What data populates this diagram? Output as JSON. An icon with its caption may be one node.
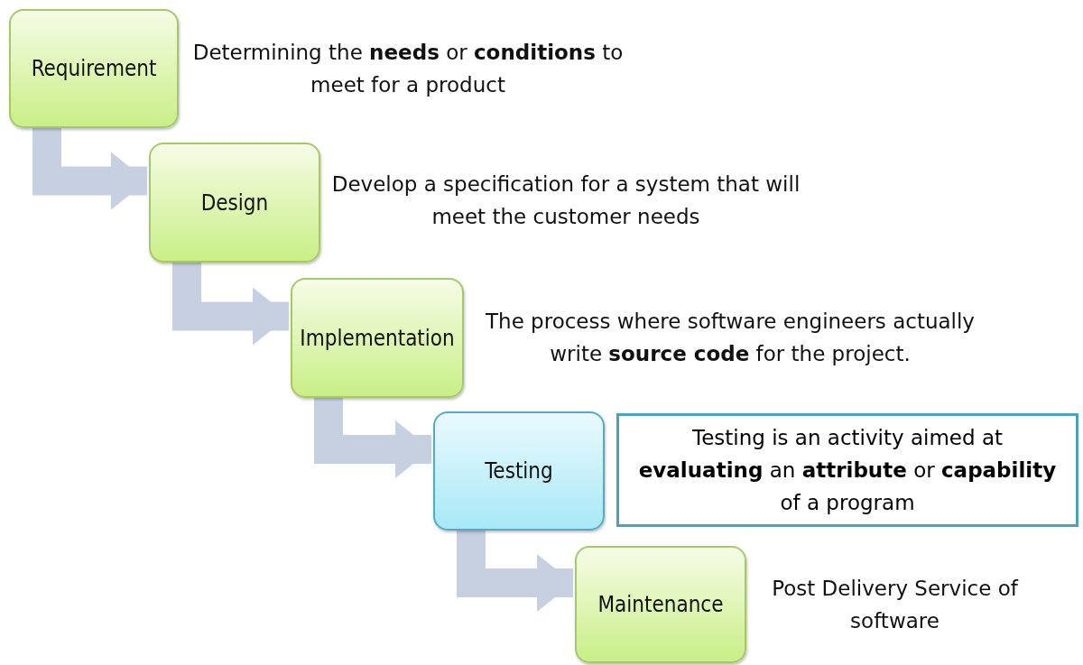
{
  "diagram": {
    "nodes": [
      {
        "text": [
          "Requirement"
        ],
        "beside": [
          "Determining the **needs** or **conditions** to meet for a product"
        ]
      },
      {
        "text": [
          "Design"
        ],
        "beside": [
          "Develop a specification for a system that will meet the customer needs"
        ]
      },
      {
        "text": [
          "Implementation"
        ],
        "beside": [
          "The process where software engineers actually write **source code** for the project."
        ]
      },
      {
        "text": [
          "Testing"
        ]
      },
      {
        "text": [
          "Testing is an activity aimed at **evaluating** an **attribute** or **capability** of a program"
        ]
      },
      {
        "text": [
          "Maintenance"
        ],
        "beside": [
          "Post Delivery Service of software"
        ]
      }
    ],
    "edges": [
      {
        "from": 0,
        "to": 1,
        "arrow": "to"
      },
      {
        "from": 1,
        "to": 2,
        "arrow": "to"
      },
      {
        "from": 2,
        "to": 3,
        "arrow": "to"
      },
      {
        "from": 3,
        "to": 5,
        "arrow": "to"
      }
    ]
  }
}
